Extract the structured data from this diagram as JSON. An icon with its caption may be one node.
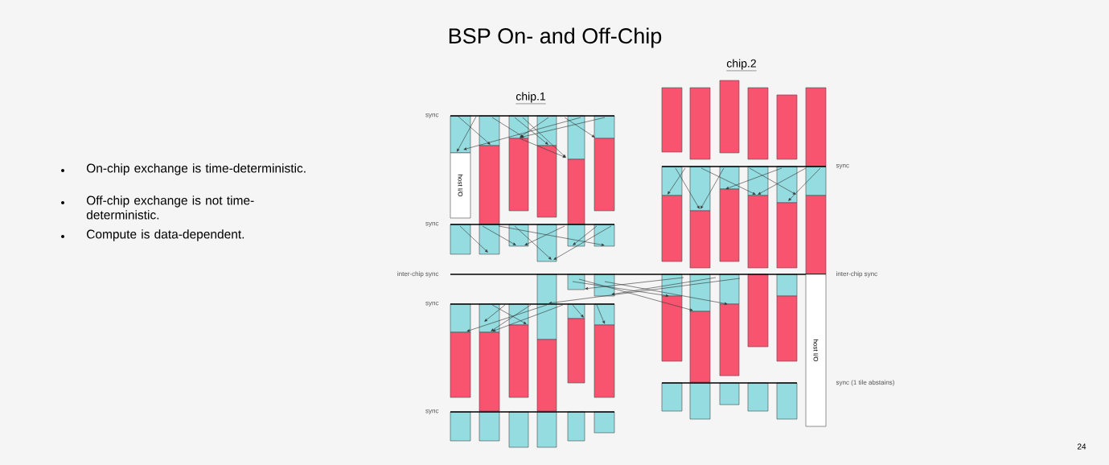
{
  "diagram": {
    "title": "BSP On- and Off-Chip",
    "nodes": [
      {
        "text": [
          "host I/O"
        ]
      },
      {
        "text": [
          "host I/O"
        ]
      }
    ],
    "labels": [
      "On-chip exchange is time-deterministic.",
      "Off-chip exchange is not time-deterministic.",
      "Compute is data-dependent.",
      "chip.2",
      "chip.1",
      "sync",
      "sync",
      "sync",
      "inter-chip sync",
      "inter-chip sync",
      "sync",
      "sync (1 tile abstains)",
      "sync",
      "24"
    ]
  }
}
